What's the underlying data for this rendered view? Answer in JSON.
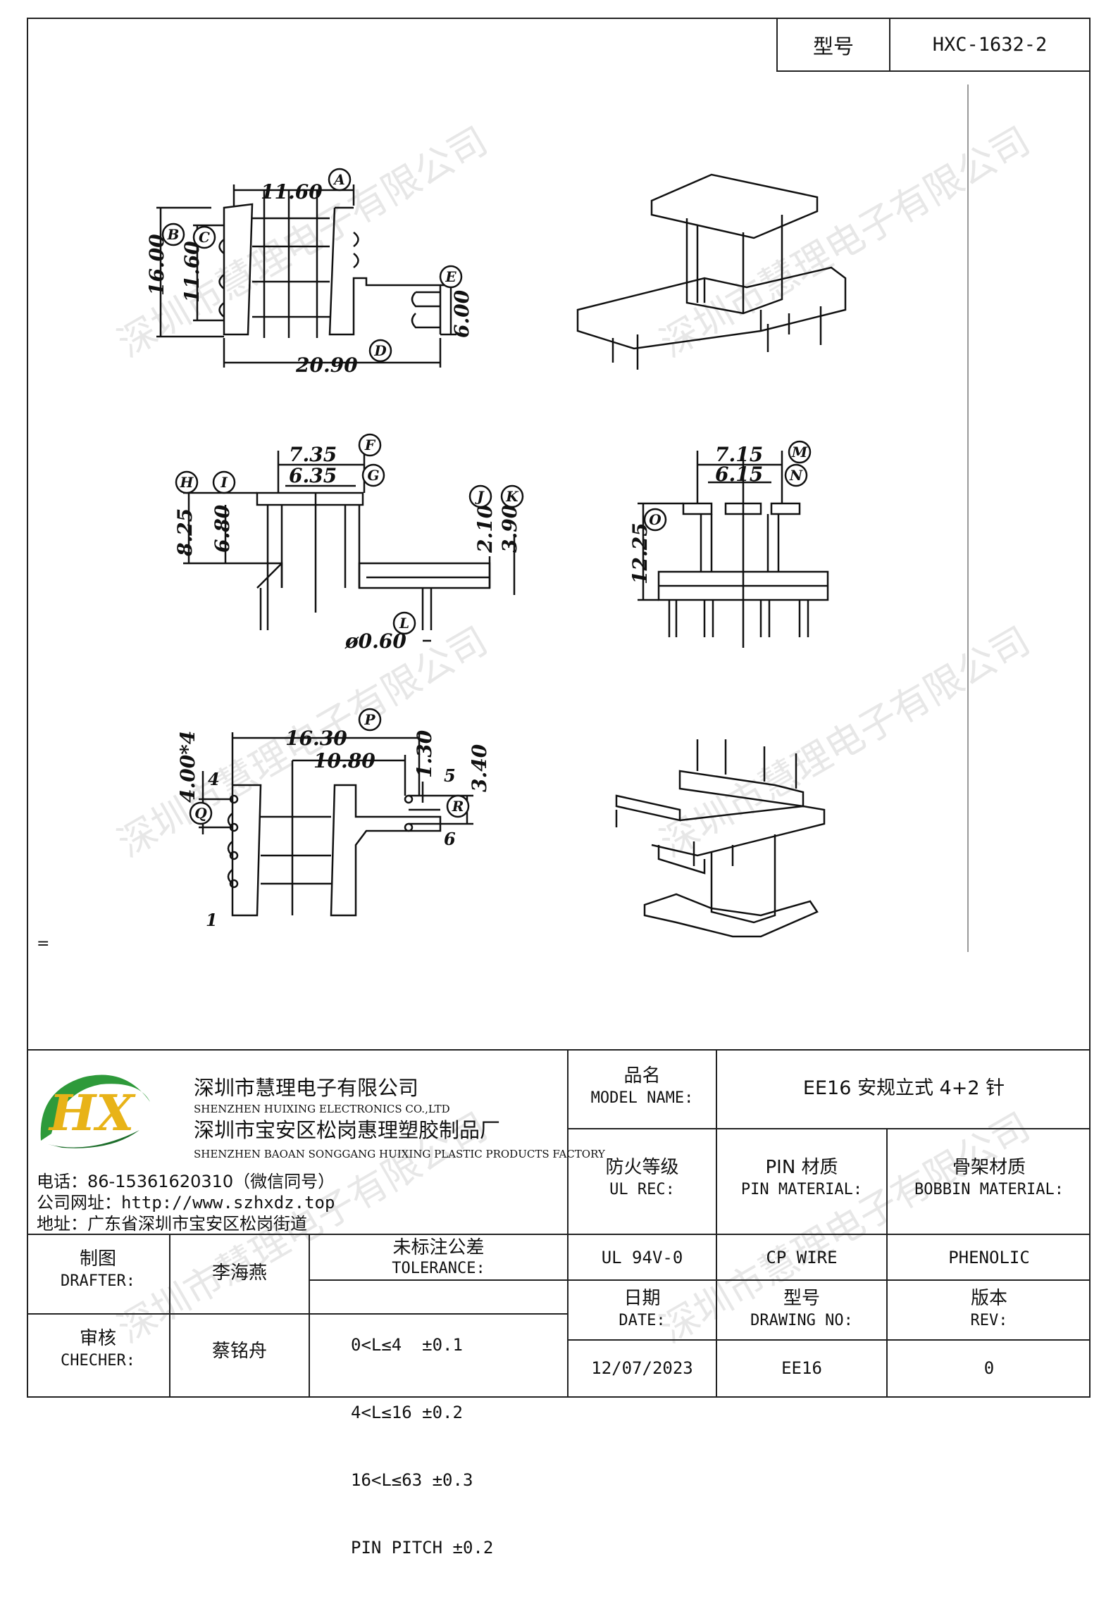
{
  "header": {
    "model_label": "型号",
    "model_value": "HXC-1632-2"
  },
  "misc_mark": "=",
  "watermark": "深圳市慧理电子有限公司",
  "dimensions": {
    "A": "11.60",
    "B": "16.00",
    "C": "11.60",
    "D": "20.90",
    "E": "6.00",
    "F": "7.35",
    "G": "6.35",
    "H": "8.25",
    "I": "6.80",
    "J": "2.10",
    "K": "3.90",
    "L": "ø0.60",
    "M": "7.15",
    "N": "6.15",
    "O": "12.25",
    "P": "16.30",
    "P2": "10.80",
    "Q": "4.00*4",
    "R": "3.40",
    "S": "1.30"
  },
  "dim_letters": [
    "A",
    "B",
    "C",
    "D",
    "E",
    "F",
    "G",
    "H",
    "I",
    "J",
    "K",
    "L",
    "M",
    "N",
    "O",
    "P",
    "Q",
    "R"
  ],
  "pin_numbers": {
    "p4": "4",
    "p5": "5",
    "p6": "6",
    "p1": "1"
  },
  "company": {
    "name_cn": "深圳市慧理电子有限公司",
    "name_en": "SHENZHEN HUIXING ELECTRONICS CO.,LTD",
    "factory_cn": "深圳市宝安区松岗惠理塑胶制品厂",
    "factory_en": "SHENZHEN BAOAN SONGGANG HUIXING PLASTIC PRODUCTS FACTORY",
    "phone": "电话：86-15361620310（微信同号）",
    "website": "公司网址：http://www.szhxdz.top",
    "address": "地址：广东省深圳市宝安区松岗街道",
    "logo_letters": "HX",
    "colors": {
      "green": "#2e9a3a",
      "yellow": "#e8b318",
      "dark_green": "#1d6e2b"
    }
  },
  "title_block": {
    "model_name_cn": "品名",
    "model_name_en": "MODEL NAME:",
    "model_name_value": "EE16 安规立式 4+2 针",
    "ul_cn": "防火等级",
    "ul_en": "UL REC:",
    "pin_mat_cn": "PIN 材质",
    "pin_mat_en": "PIN MATERIAL:",
    "bobbin_cn": "骨架材质",
    "bobbin_en": "BOBBIN MATERIAL:",
    "drafter_cn": "制图",
    "drafter_en": "DRAFTER:",
    "drafter_name": "李海燕",
    "checker_cn": "审核",
    "checker_en": "CHECHER:",
    "checker_name": "蔡铭舟",
    "tolerance_cn": "未标注公差",
    "tolerance_en": "TOLERANCE:",
    "tolerances": [
      "0<L≤4  ±0.1",
      "4<L≤16 ±0.2",
      "16<L≤63 ±0.3",
      "PIN PITCH ±0.2"
    ],
    "ul_value": "UL 94V-0",
    "pin_value": "CP WIRE",
    "bobbin_value": "PHENOLIC",
    "date_cn": "日期",
    "date_en": "DATE:",
    "date_value": "12/07/2023",
    "drawing_cn": "型号",
    "drawing_en": "DRAWING NO:",
    "drawing_value": "EE16",
    "rev_cn": "版本",
    "rev_en": "REV:",
    "rev_value": "0"
  }
}
